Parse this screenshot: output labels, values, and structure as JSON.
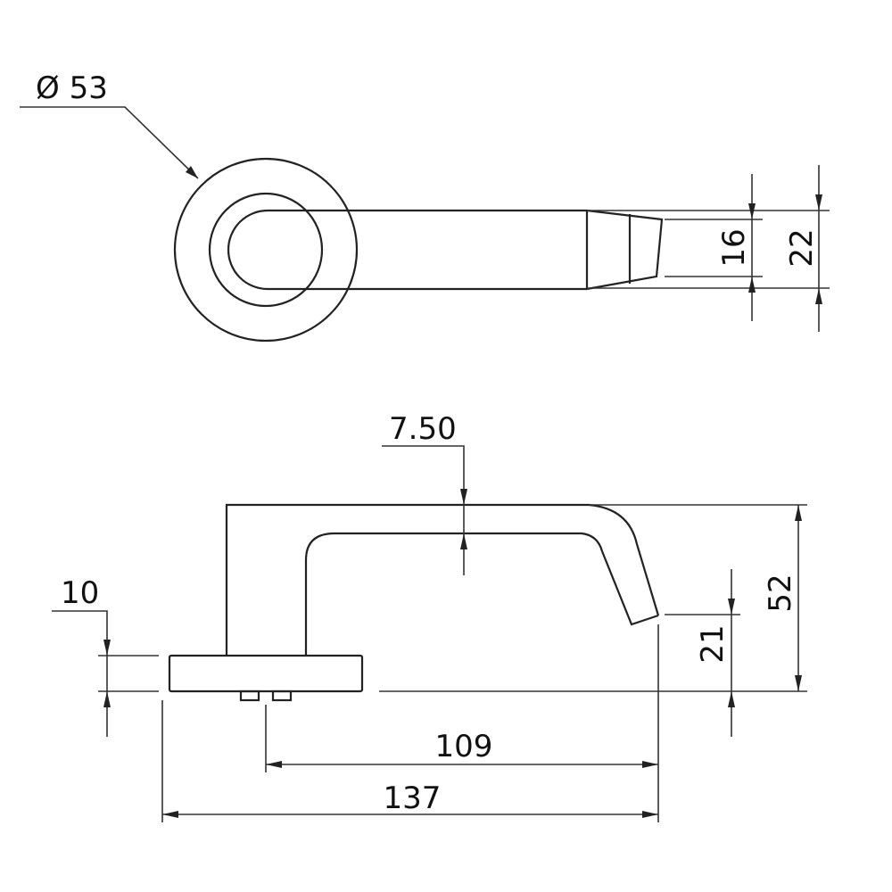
{
  "drawing": {
    "top_view": {
      "rose_diameter": "Ø 53",
      "width_tip": "16",
      "width_base": "22"
    },
    "side_view": {
      "lever_thickness": "7.50",
      "rose_thickness": "10",
      "overall_height": "52",
      "tip_height": "21",
      "projection_from_spindle": "109",
      "overall_length": "137"
    }
  }
}
